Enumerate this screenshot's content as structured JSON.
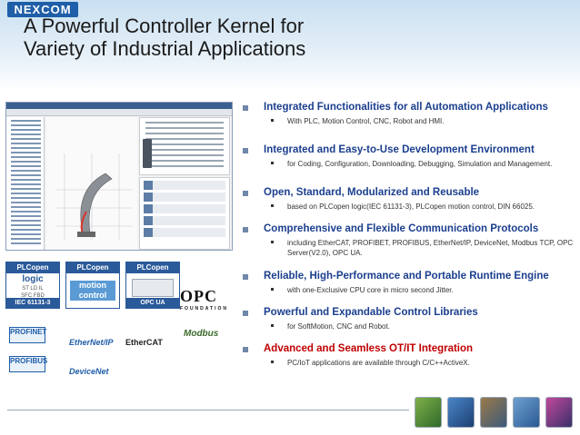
{
  "header": {
    "logo_text": "NEXCOM",
    "title_line1": "A Powerful Controller Kernel for",
    "title_line2": "Variety of Industrial Applications"
  },
  "logos": {
    "plc1": {
      "brand": "PLCopen",
      "label": "logic",
      "small_lines": [
        "ST LD IL",
        "SFC FBD"
      ],
      "footer": "IEC 61131-3"
    },
    "plc2": {
      "brand": "PLCopen",
      "label_line1": "motion",
      "label_line2": "control"
    },
    "plc3": {
      "brand": "PLCopen",
      "footer": "OPC UA"
    },
    "opc": {
      "text": "OPC",
      "sub": "FOUNDATION"
    },
    "profinet": "PROFINET",
    "profibus": "PROFIBUS",
    "ethernetip": "EtherNet/IP",
    "ethercat": "EtherCAT",
    "modbus": "Modbus",
    "devicenet": "DeviceNet"
  },
  "features": [
    {
      "title": "Integrated Functionalities for all Automation Applications",
      "detail": "With PLC, Motion Control, CNC, Robot and HMI."
    },
    {
      "title": "Integrated and Easy-to-Use Development Environment",
      "detail": "for Coding, Configuration, Downloading, Debugging, Simulation and Management."
    },
    {
      "title": "Open, Standard, Modularized and Reusable",
      "detail": "based on PLCopen logic(IEC 61131-3), PLCopen motion control, DIN 66025."
    },
    {
      "title": "Comprehensive and Flexible Communication Protocols",
      "detail": "including EtherCAT, PROFIBET, PROFIBUS, EtherNet/IP, DeviceNet, Modbus TCP, OPC Server(V2.0), OPC UA."
    },
    {
      "title": "Reliable, High-Performance and Portable Runtime Engine",
      "detail": "with one-Exclusive CPU core  in micro second Jitter."
    },
    {
      "title": "Powerful and Expandable Control Libraries",
      "detail": "for SoftMotion, CNC and Robot."
    },
    {
      "title": "Advanced and Seamless OT/IT Integration",
      "detail": "PC/IoT applications are available through C/C++ActiveX."
    }
  ],
  "colors": {
    "heading": "#1b3f8e",
    "highlight": "#c00000",
    "logo_bg": "#1f5ea8"
  }
}
